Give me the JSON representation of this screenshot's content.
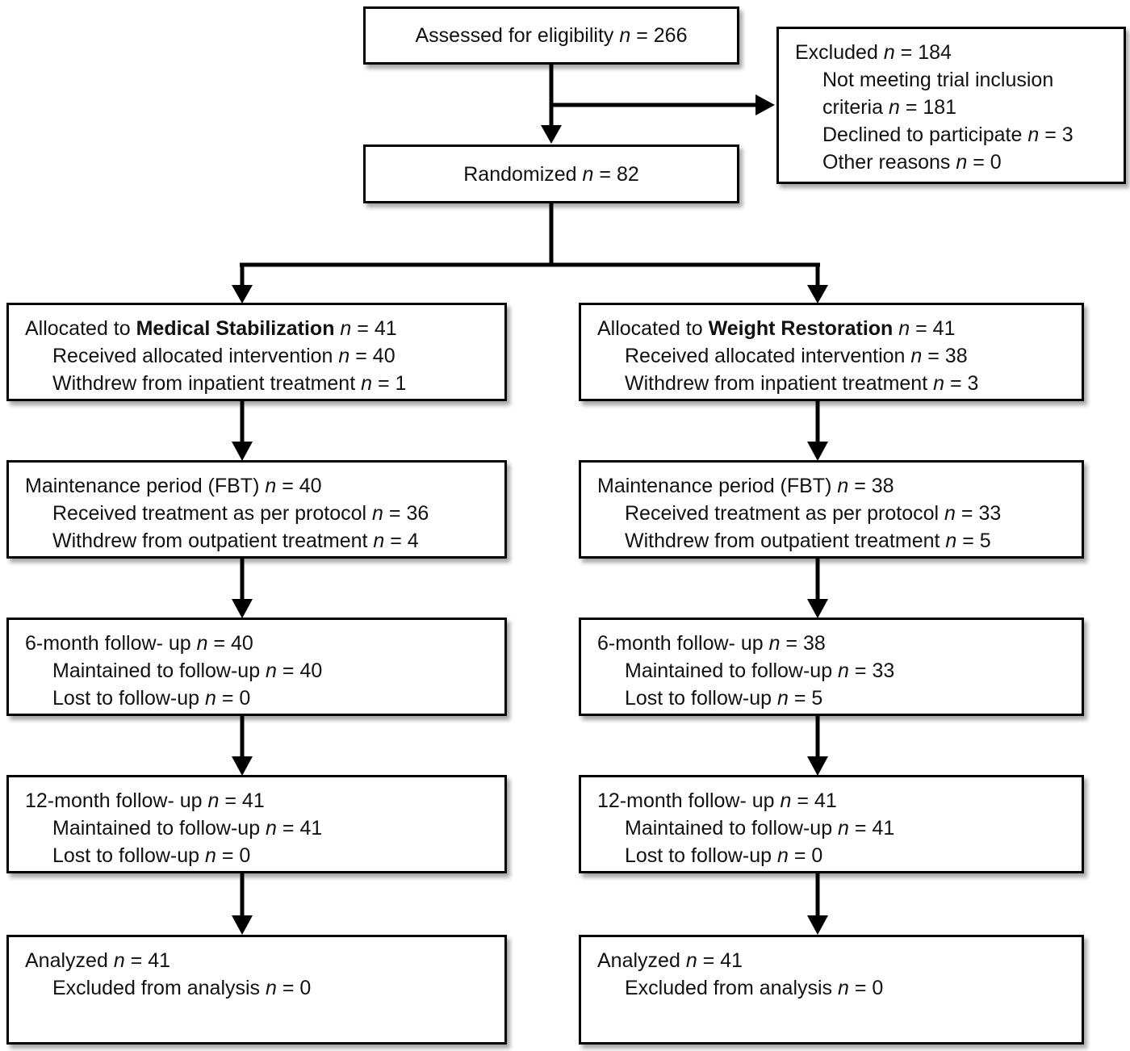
{
  "figure": {
    "type": "consort-flow-diagram",
    "colors": {
      "line": "#000000",
      "box_border": "#000000",
      "box_background": "#ffffff",
      "text": "#111111",
      "shadow": "rgba(0,0,0,0.35)"
    }
  },
  "flow": {
    "assessed": {
      "line1": {
        "pre": "Assessed for eligibility",
        "n": "n",
        "val": "= 266"
      }
    },
    "excluded": {
      "line1": {
        "pre": "Excluded",
        "n": "n",
        "val": "= 184"
      },
      "line2": {
        "pre": "Not meeting trial inclusion"
      },
      "line3": {
        "pre": "criteria",
        "n": "n",
        "val": "= 181"
      },
      "line4": {
        "pre": "Declined to participate",
        "n": "n",
        "val": "= 3"
      },
      "line5": {
        "pre": "Other reasons",
        "n": "n",
        "val": "= 0"
      }
    },
    "randomized": {
      "line1": {
        "pre": "Randomized",
        "n": "n",
        "val": "= 82"
      }
    },
    "alloc_left": {
      "line1": {
        "pre": "Allocated to",
        "bold": "Medical Stabilization",
        "n": "n",
        "val": "= 41"
      },
      "line2": {
        "pre": "Received allocated intervention",
        "n": "n",
        "val": "= 40"
      },
      "line3": {
        "pre": "Withdrew from inpatient treatment",
        "n": "n",
        "val": "= 1"
      }
    },
    "alloc_right": {
      "line1": {
        "pre": "Allocated to",
        "bold": "Weight Restoration",
        "n": "n",
        "val": "= 41"
      },
      "line2": {
        "pre": "Received allocated intervention",
        "n": "n",
        "val": "= 38"
      },
      "line3": {
        "pre": "Withdrew from inpatient treatment",
        "n": "n",
        "val": "= 3"
      }
    },
    "maint_left": {
      "line1": {
        "pre": "Maintenance period (FBT)",
        "n": "n",
        "val": "= 40"
      },
      "line2": {
        "pre": "Received treatment as per protocol",
        "n": "n",
        "val": "= 36"
      },
      "line3": {
        "pre": "Withdrew from outpatient treatment",
        "n": "n",
        "val": "= 4"
      }
    },
    "maint_right": {
      "line1": {
        "pre": "Maintenance period (FBT)",
        "n": "n",
        "val": "= 38"
      },
      "line2": {
        "pre": "Received treatment as per protocol",
        "n": "n",
        "val": "= 33"
      },
      "line3": {
        "pre": "Withdrew from outpatient treatment",
        "n": "n",
        "val": "= 5"
      }
    },
    "fu6_left": {
      "line1": {
        "pre": "6-month follow- up",
        "n": "n",
        "val": "= 40"
      },
      "line2": {
        "pre": "Maintained to follow-up",
        "n": "n",
        "val": "= 40"
      },
      "line3": {
        "pre": "Lost to follow-up",
        "n": "n",
        "val": "= 0"
      }
    },
    "fu6_right": {
      "line1": {
        "pre": "6-month follow- up",
        "n": "n",
        "val": "= 38"
      },
      "line2": {
        "pre": "Maintained to follow-up",
        "n": "n",
        "val": "= 33"
      },
      "line3": {
        "pre": "Lost to follow-up",
        "n": "n",
        "val": "= 5"
      }
    },
    "fu12_left": {
      "line1": {
        "pre": "12-month follow- up",
        "n": "n",
        "val": "= 41"
      },
      "line2": {
        "pre": "Maintained to follow-up",
        "n": "n",
        "val": "= 41"
      },
      "line3": {
        "pre": "Lost to follow-up",
        "n": "n",
        "val": "= 0"
      }
    },
    "fu12_right": {
      "line1": {
        "pre": "12-month follow- up",
        "n": "n",
        "val": "= 41"
      },
      "line2": {
        "pre": "Maintained to follow-up",
        "n": "n",
        "val": "= 41"
      },
      "line3": {
        "pre": "Lost to follow-up",
        "n": "n",
        "val": "= 0"
      }
    },
    "analyzed_left": {
      "line1": {
        "pre": "Analyzed",
        "n": "n",
        "val": "= 41"
      },
      "line2": {
        "pre": "Excluded from analysis",
        "n": "n",
        "val": "= 0"
      }
    },
    "analyzed_right": {
      "line1": {
        "pre": "Analyzed",
        "n": "n",
        "val": "= 41"
      },
      "line2": {
        "pre": "Excluded from analysis",
        "n": "n",
        "val": "= 0"
      }
    }
  }
}
